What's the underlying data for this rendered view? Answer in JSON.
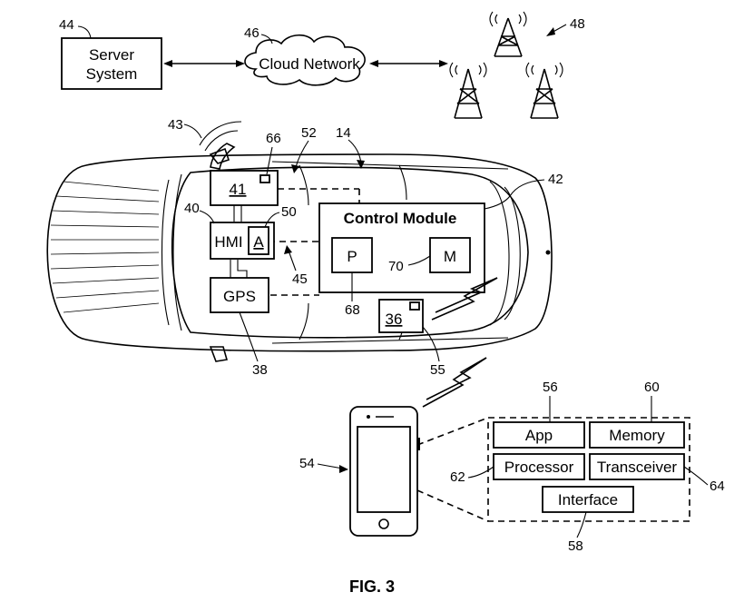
{
  "figure_caption": "FIG. 3",
  "server": {
    "ref": "44",
    "label_line1": "Server",
    "label_line2": "System"
  },
  "cloud": {
    "ref": "46",
    "label": "Cloud Network"
  },
  "towers": {
    "ref": "48"
  },
  "antenna": {
    "ref": "43"
  },
  "vehicle": {
    "ref": "14"
  },
  "vehicle_bus": {
    "ref": "52"
  },
  "telematics": {
    "ref": "41",
    "box_label": "41",
    "antenna_ref": "66"
  },
  "hmi": {
    "ref": "40",
    "label": "HMI"
  },
  "app_icon": {
    "ref": "50",
    "label": "A"
  },
  "connection": {
    "ref": "45"
  },
  "gps": {
    "ref": "38",
    "label": "GPS"
  },
  "control_module": {
    "ref": "42",
    "title": "Control Module",
    "processor_label": "P",
    "processor_ref": "68",
    "memory_label": "M",
    "memory_ref": "70"
  },
  "transceiver_unit": {
    "ref": "55",
    "box_label": "36"
  },
  "mobile_device": {
    "ref": "54",
    "app_label": "App",
    "app_ref": "56",
    "memory_label": "Memory",
    "memory_ref": "60",
    "processor_label": "Processor",
    "processor_ref": "62",
    "transceiver_label": "Transceiver",
    "transceiver_ref": "64",
    "interface_label": "Interface",
    "interface_ref": "58"
  }
}
